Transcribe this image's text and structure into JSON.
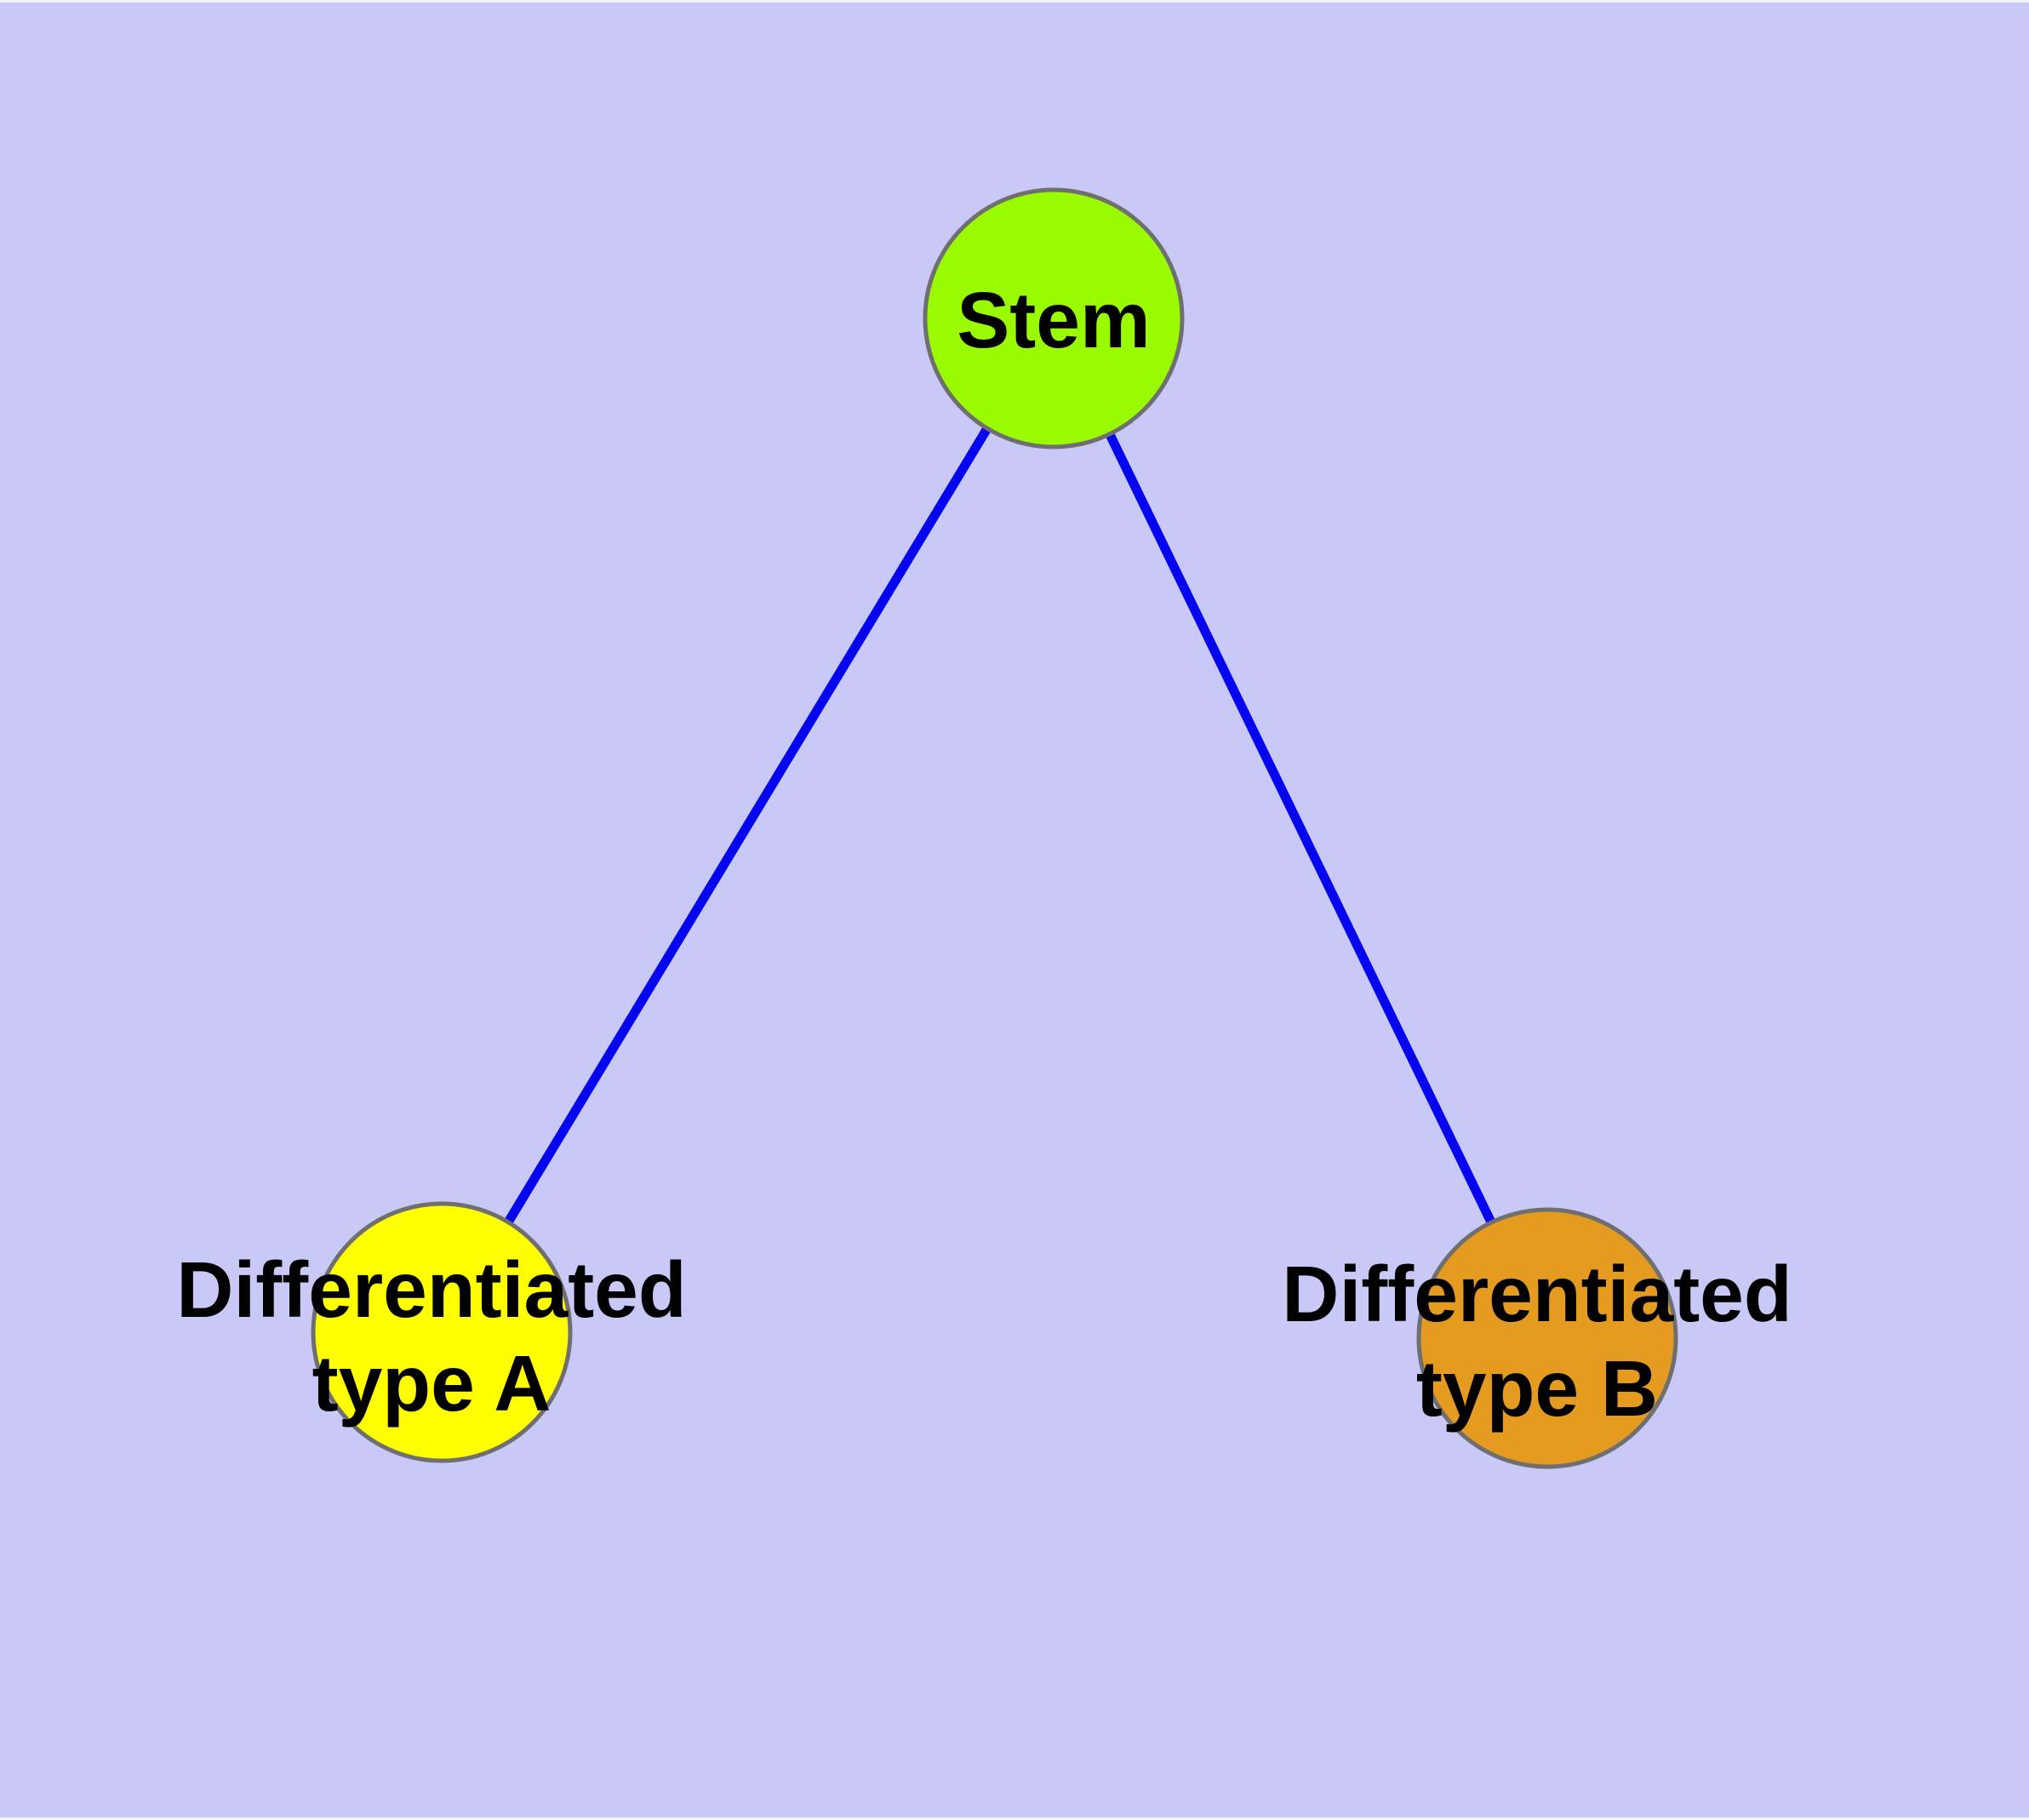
{
  "diagram": {
    "background_color": "#c9c9f8",
    "edge_color": "#0404f0",
    "node_border_color": "#6f6f6f",
    "label_color": "#000000",
    "nodes": [
      {
        "id": "stem",
        "label": "Stem",
        "fill": "#9afb00"
      },
      {
        "id": "type-a",
        "label_line1": "Differentiated",
        "label_line2": "type A",
        "fill": "#ffff00"
      },
      {
        "id": "type-b",
        "label_line1": "Differentiated",
        "label_line2": "type B",
        "fill": "#e49b20"
      }
    ],
    "edges": [
      {
        "from": "Stem",
        "to": "Differentiated type A"
      },
      {
        "from": "Stem",
        "to": "Differentiated type B"
      }
    ]
  }
}
